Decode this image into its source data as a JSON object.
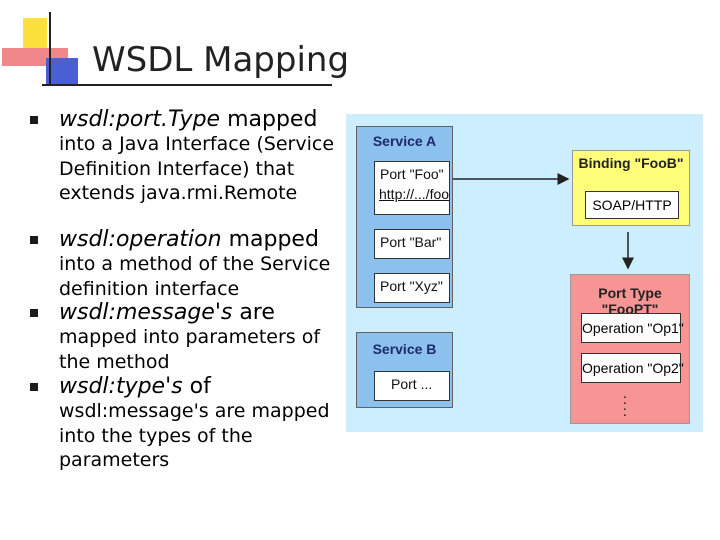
{
  "slide": {
    "title": "WSDL Mapping",
    "bullets": [
      {
        "term": "wsdl:port.Type",
        "lead_suffix": " mapped",
        "rest": "into a Java Interface (Service Definition Interface) that extends java.rmi.Remote"
      },
      {
        "term": "wsdl:operation",
        "lead_suffix": " mapped",
        "rest": "into a method of the Service definition interface"
      },
      {
        "term": "wsdl:message's",
        "lead_suffix": " are",
        "rest": "mapped into parameters of the method"
      },
      {
        "term": "wsdl:type's",
        "lead_suffix": " of",
        "rest": "wsdl:message's are mapped into the types of the parameters"
      }
    ]
  },
  "diagram": {
    "service_a": {
      "title": "Service A",
      "ports": [
        {
          "label": "Port \"Foo\"",
          "link": "http://.../foo"
        },
        {
          "label": "Port \"Bar\""
        },
        {
          "label": "Port \"Xyz\""
        }
      ]
    },
    "service_b": {
      "title": "Service B",
      "ports": [
        {
          "label": "Port ..."
        }
      ]
    },
    "binding": {
      "title": "Binding \"FooB\"",
      "protocol": "SOAP/HTTP"
    },
    "port_type": {
      "title": "Port Type \"FooPT\"",
      "operations": [
        "Operation \"Op1\"",
        "Operation \"Op2\""
      ],
      "more": "...."
    },
    "colors": {
      "background": "#cceeff",
      "service": "#8cc1ee",
      "binding": "#fffe7a",
      "port_type": "#f79595"
    }
  }
}
